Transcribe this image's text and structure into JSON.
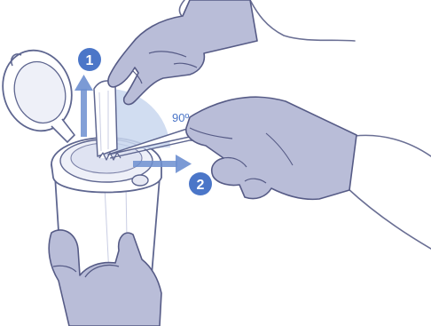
{
  "steps": [
    {
      "number": "1"
    },
    {
      "number": "2"
    }
  ],
  "angle_label": "90º",
  "colors": {
    "glove_fill": "#b9bdd8",
    "glove_stroke": "#565b86",
    "skin_stroke": "#6a6f94",
    "arrow_blue": "#6d8fd0",
    "badge_blue": "#4b76c8",
    "angle_fill": "#c9d7ef",
    "container_stroke": "#5e6690"
  }
}
